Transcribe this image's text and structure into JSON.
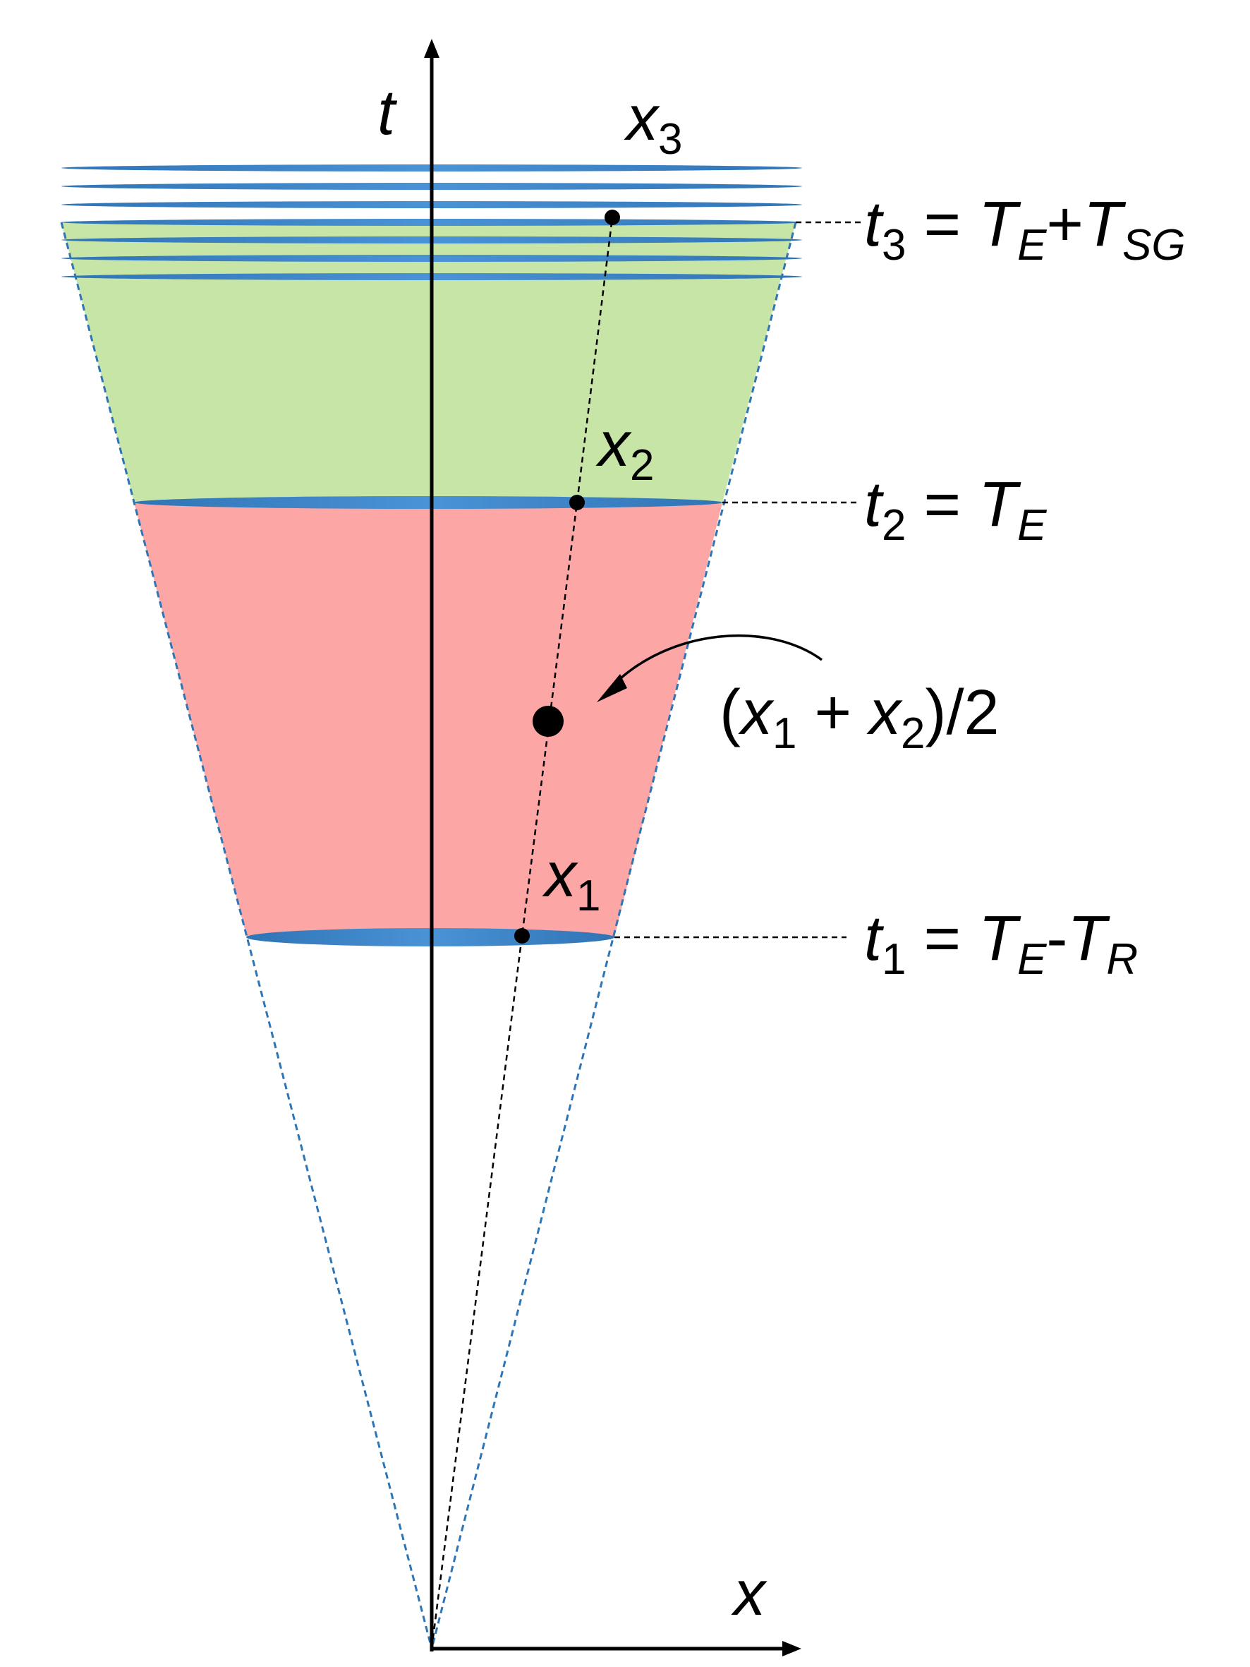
{
  "axes": {
    "t_label": "t",
    "x_label": "x"
  },
  "points": {
    "x1": {
      "base": "x",
      "sub": "1"
    },
    "x2": {
      "base": "x",
      "sub": "2"
    },
    "x3": {
      "base": "x",
      "sub": "3"
    }
  },
  "midpoint_label": {
    "open": "(",
    "x": "x",
    "sub1": "1",
    "plus": " + ",
    "sub2": "2",
    "close": ")/2"
  },
  "time_labels": {
    "t3": {
      "t": "t",
      "sub": "3",
      "eq": " = ",
      "T1": "T",
      "T1_sub": "E",
      "op": "+",
      "T2": "T",
      "T2_sub": "SG"
    },
    "t2": {
      "t": "t",
      "sub": "2",
      "eq": " = ",
      "T1": "T",
      "T1_sub": "E"
    },
    "t1": {
      "t": "t",
      "sub": "1",
      "eq": " = ",
      "T1": "T",
      "T1_sub": "E",
      "op": "-",
      "T2": "T",
      "T2_sub": "R"
    }
  },
  "colors": {
    "green_region": "#c6e5a7",
    "red_region": "#fca6a5",
    "disk_blue": "#3f86c8",
    "cone_edge": "#2e75b6",
    "axis": "#000000"
  }
}
